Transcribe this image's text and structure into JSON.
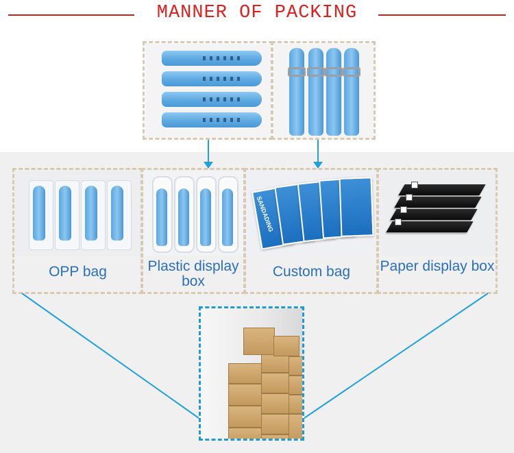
{
  "header": {
    "title": "MANNER OF PACKING"
  },
  "colors": {
    "accent_red": "#e0201c",
    "caption_blue": "#2a6fb8",
    "connector_blue": "#1fa0dc",
    "frame_beige": "#d9c9b0"
  },
  "packing_options": [
    {
      "caption": "OPP bag"
    },
    {
      "caption": "Plastic  display box"
    },
    {
      "caption": "Custom bag"
    },
    {
      "caption": "Paper display box"
    }
  ],
  "bag_brand": "SANDADING",
  "icons": [
    "arrow-down-icon",
    "arrow-down-icon"
  ]
}
